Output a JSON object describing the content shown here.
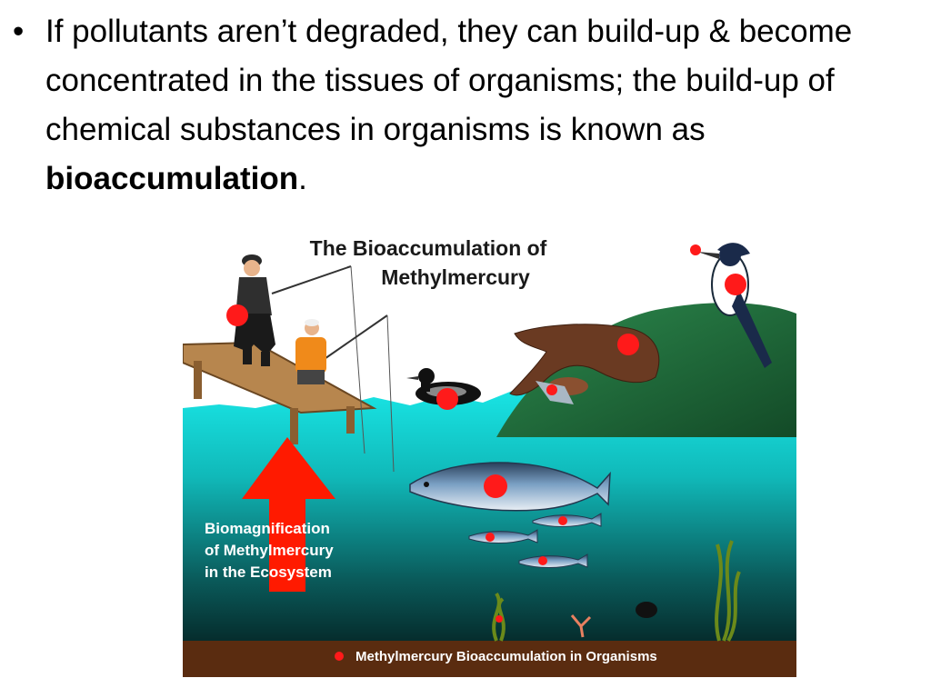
{
  "slide": {
    "bullet_marker": "•",
    "text_before": "If pollutants aren’t degraded, they can build-up & become concentrated in the tissues of organisms; the build-up of chemical substances in organisms is known as ",
    "emphasis": "bioaccumulation",
    "text_after": "."
  },
  "diagram": {
    "title_line1": "The Bioaccumulation of",
    "title_line2": "Methylmercury",
    "arrow_label_line1": "Biomagnification",
    "arrow_label_line2": "of Methylmercury",
    "arrow_label_line3": "in the Ecosystem",
    "legend_text": "Methylmercury Bioaccumulation in Organisms",
    "colors": {
      "mercury_marker": "#ff1a1a",
      "water_top": "#19e6e6",
      "water_bottom": "#052a2a",
      "sediment": "#5a2c10",
      "hill": "#1f6a3a",
      "dock": "#b7864e",
      "arrow": "#ff1a00"
    },
    "icons": [
      "fisherman-icon",
      "child-fisher-icon",
      "loon-icon",
      "otter-icon",
      "kingfisher-icon",
      "salmon-icon",
      "small-fish-icon",
      "seaweed-icon"
    ]
  }
}
